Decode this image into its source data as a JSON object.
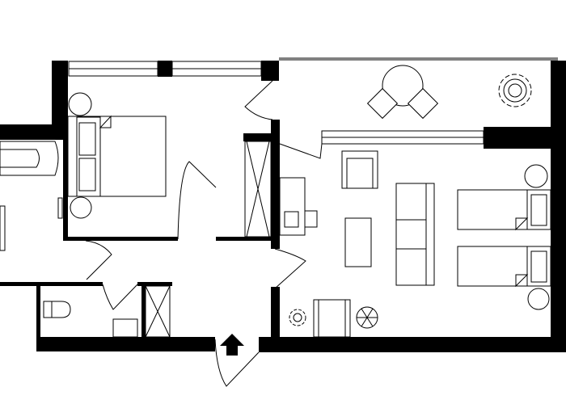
{
  "plan": {
    "colors": {
      "wall": "#000000",
      "background": "#ffffff",
      "line": "#000000"
    },
    "rooms": [
      "bedroom",
      "bathroom",
      "hallway",
      "toilet",
      "living-room",
      "terrace"
    ],
    "icons": [
      "entrance-arrow-icon",
      "plant-icon"
    ]
  }
}
